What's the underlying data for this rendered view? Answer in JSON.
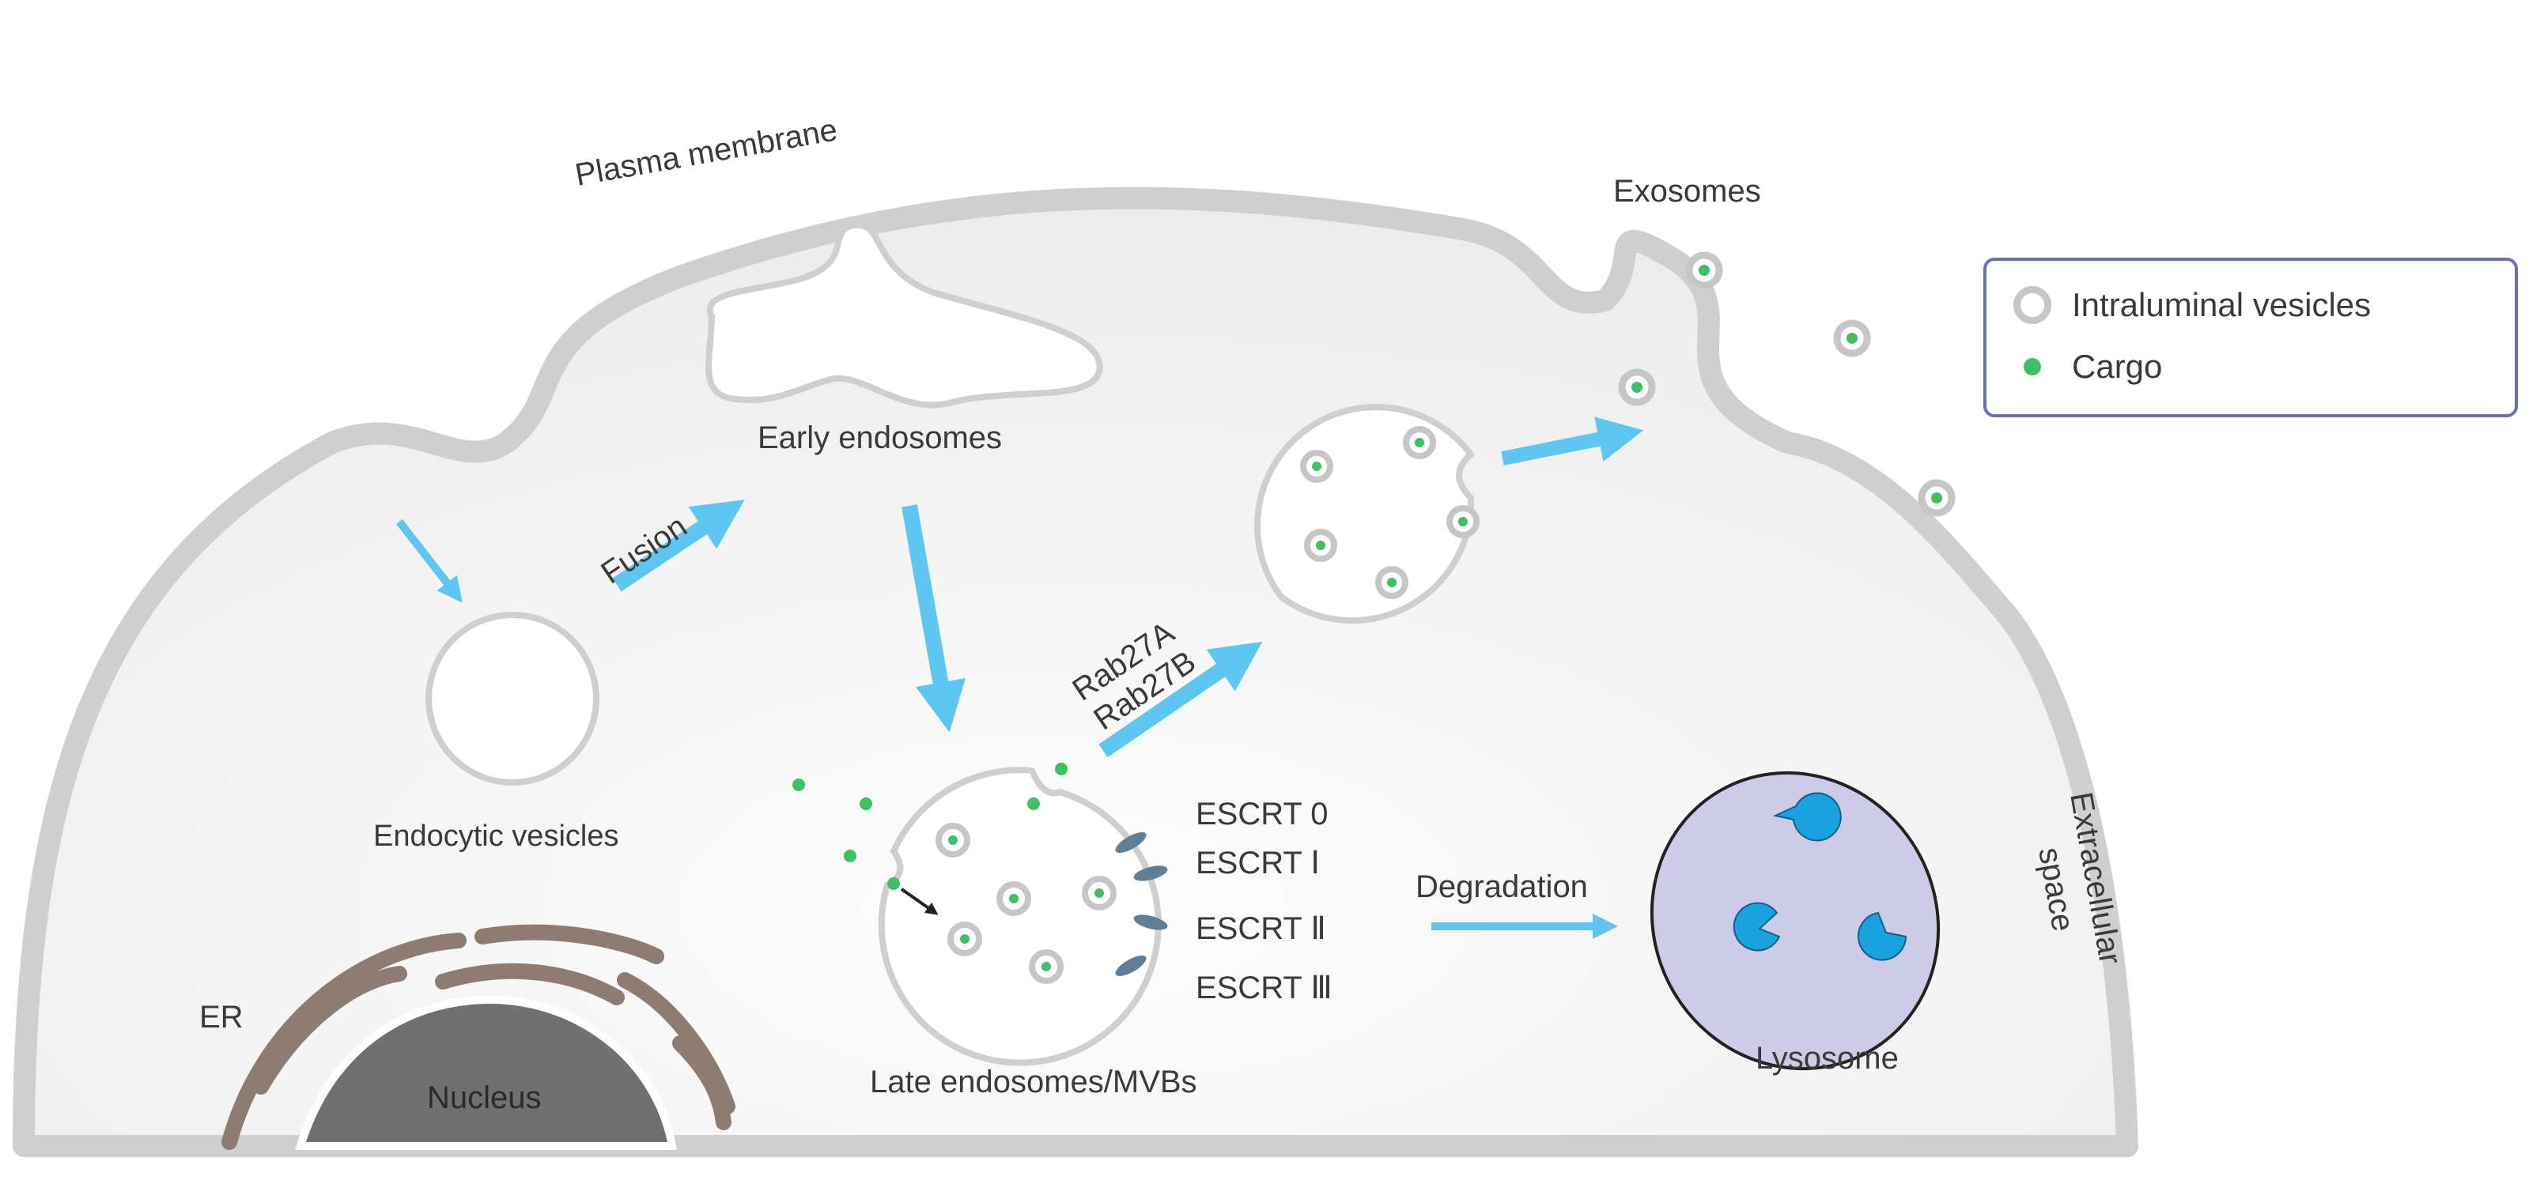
{
  "labels": {
    "plasma_membrane": "Plasma membrane",
    "exosomes": "Exosomes",
    "early_endosomes": "Early endosomes",
    "fusion": "Fusion",
    "endocytic_vesicles": "Endocytic vesicles",
    "rab27a": "Rab27A",
    "rab27b": "Rab27B",
    "late_endosomes": "Late endosomes/MVBs",
    "degradation": "Degradation",
    "lysosome": "Lysosome",
    "extracellular": "Extracellular",
    "space": "space",
    "er": "ER",
    "nucleus": "Nucleus"
  },
  "escrt": [
    "ESCRT  0",
    "ESCRT   Ⅰ",
    "ESCRT   Ⅱ",
    "ESCRT   Ⅲ"
  ],
  "legend": {
    "intraluminal_vesicles": "Intraluminal vesicles",
    "cargo": "Cargo"
  },
  "colors": {
    "cytoplasm": "#f1f1f1",
    "membrane": "#cfcfcf",
    "arrow": "#5ec6f0",
    "cargo": "#3fc063",
    "er": "#8e7b72",
    "nucleus": "#707070",
    "lysosome": "#cdcbe7",
    "enzyme": "#1aa2df",
    "escrt": "#5f7f98",
    "legend_border": "#6d6fb4"
  }
}
